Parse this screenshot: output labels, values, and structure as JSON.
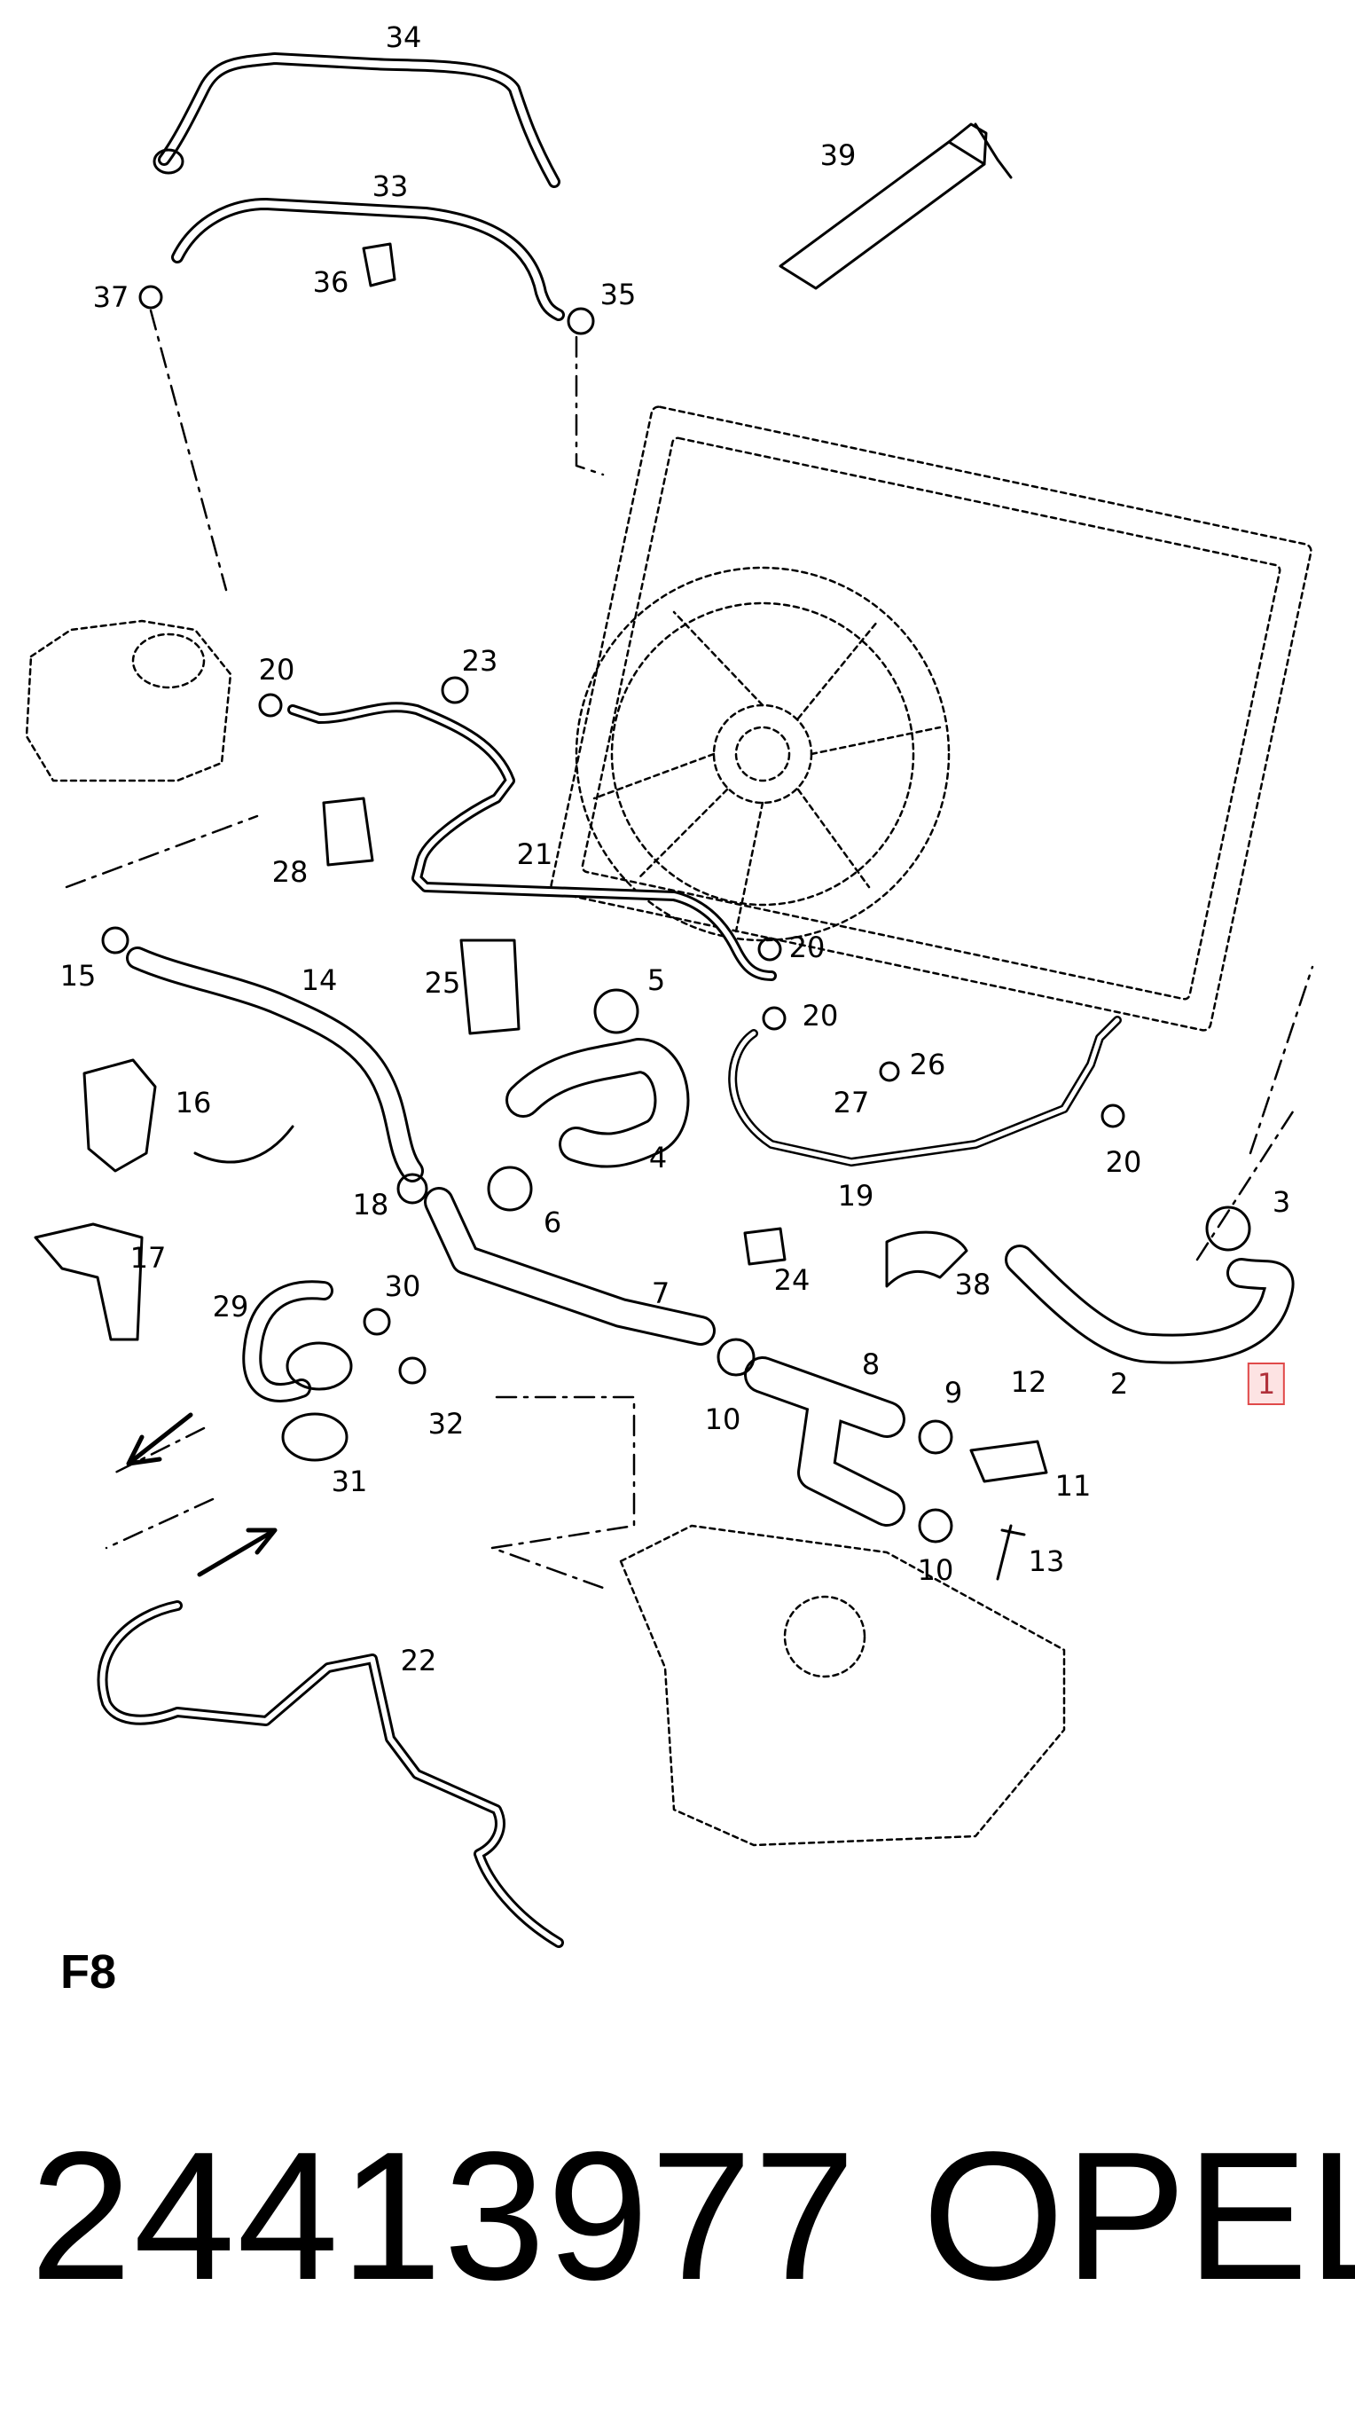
{
  "diagram": {
    "section_label": "F8",
    "highlighted_callout": "1",
    "highlight_color": "#e04a4a",
    "callouts": [
      "34",
      "39",
      "33",
      "37",
      "36",
      "35",
      "20",
      "23",
      "21",
      "28",
      "15",
      "14",
      "25",
      "5",
      "20",
      "20",
      "26",
      "16",
      "27",
      "4",
      "19",
      "20",
      "18",
      "6",
      "3",
      "17",
      "7",
      "24",
      "38",
      "29",
      "30",
      "10",
      "8",
      "9",
      "12",
      "2",
      "1",
      "11",
      "32",
      "31",
      "10",
      "13",
      "22"
    ]
  },
  "part": {
    "number": "24413977",
    "brand": "OPEL"
  }
}
